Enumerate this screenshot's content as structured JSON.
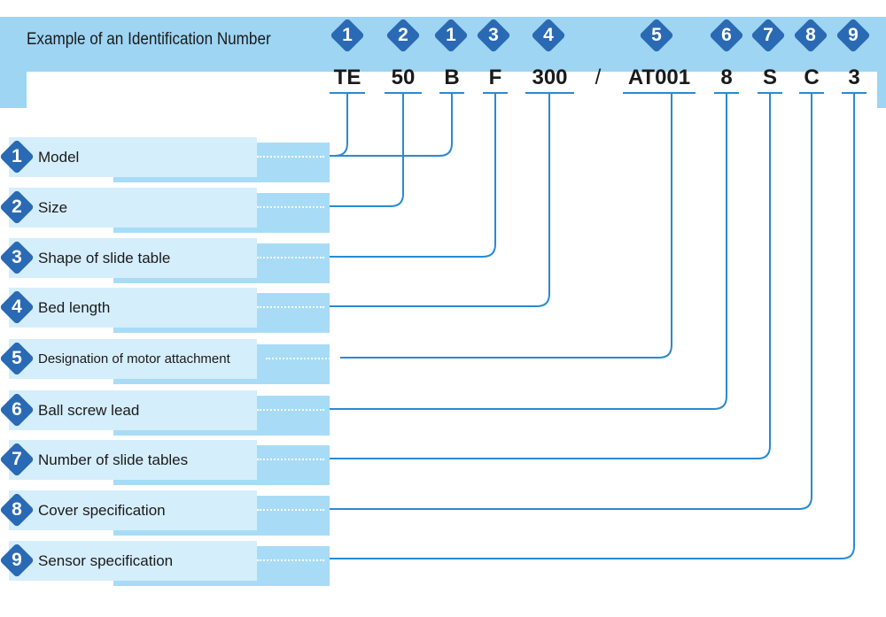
{
  "header": {
    "title": "Example of an Identification Number"
  },
  "code_segments": [
    {
      "text": "TE",
      "ref": "1"
    },
    {
      "text": "50",
      "ref": "2"
    },
    {
      "text": "B",
      "ref": "1"
    },
    {
      "text": "F",
      "ref": "3"
    },
    {
      "text": "300",
      "ref": "4"
    },
    {
      "text": "/",
      "ref": ""
    },
    {
      "text": "AT001",
      "ref": "5"
    },
    {
      "text": "8",
      "ref": "6"
    },
    {
      "text": "S",
      "ref": "7"
    },
    {
      "text": "C",
      "ref": "8"
    },
    {
      "text": "3",
      "ref": "9"
    }
  ],
  "items": [
    {
      "num": "1",
      "label": "Model"
    },
    {
      "num": "2",
      "label": "Size"
    },
    {
      "num": "3",
      "label": "Shape of slide table"
    },
    {
      "num": "4",
      "label": "Bed length"
    },
    {
      "num": "5",
      "label": "Designation of motor attachment"
    },
    {
      "num": "6",
      "label": "Ball screw lead"
    },
    {
      "num": "7",
      "label": "Number of slide tables"
    },
    {
      "num": "8",
      "label": "Cover specification"
    },
    {
      "num": "9",
      "label": "Sensor specification"
    }
  ],
  "colors": {
    "band": "#9ed5f3",
    "row_light": "#d5eefb",
    "row_dark": "#a8dcf6",
    "diamond": "#2a6ab4",
    "connector": "#2a8ad0"
  }
}
